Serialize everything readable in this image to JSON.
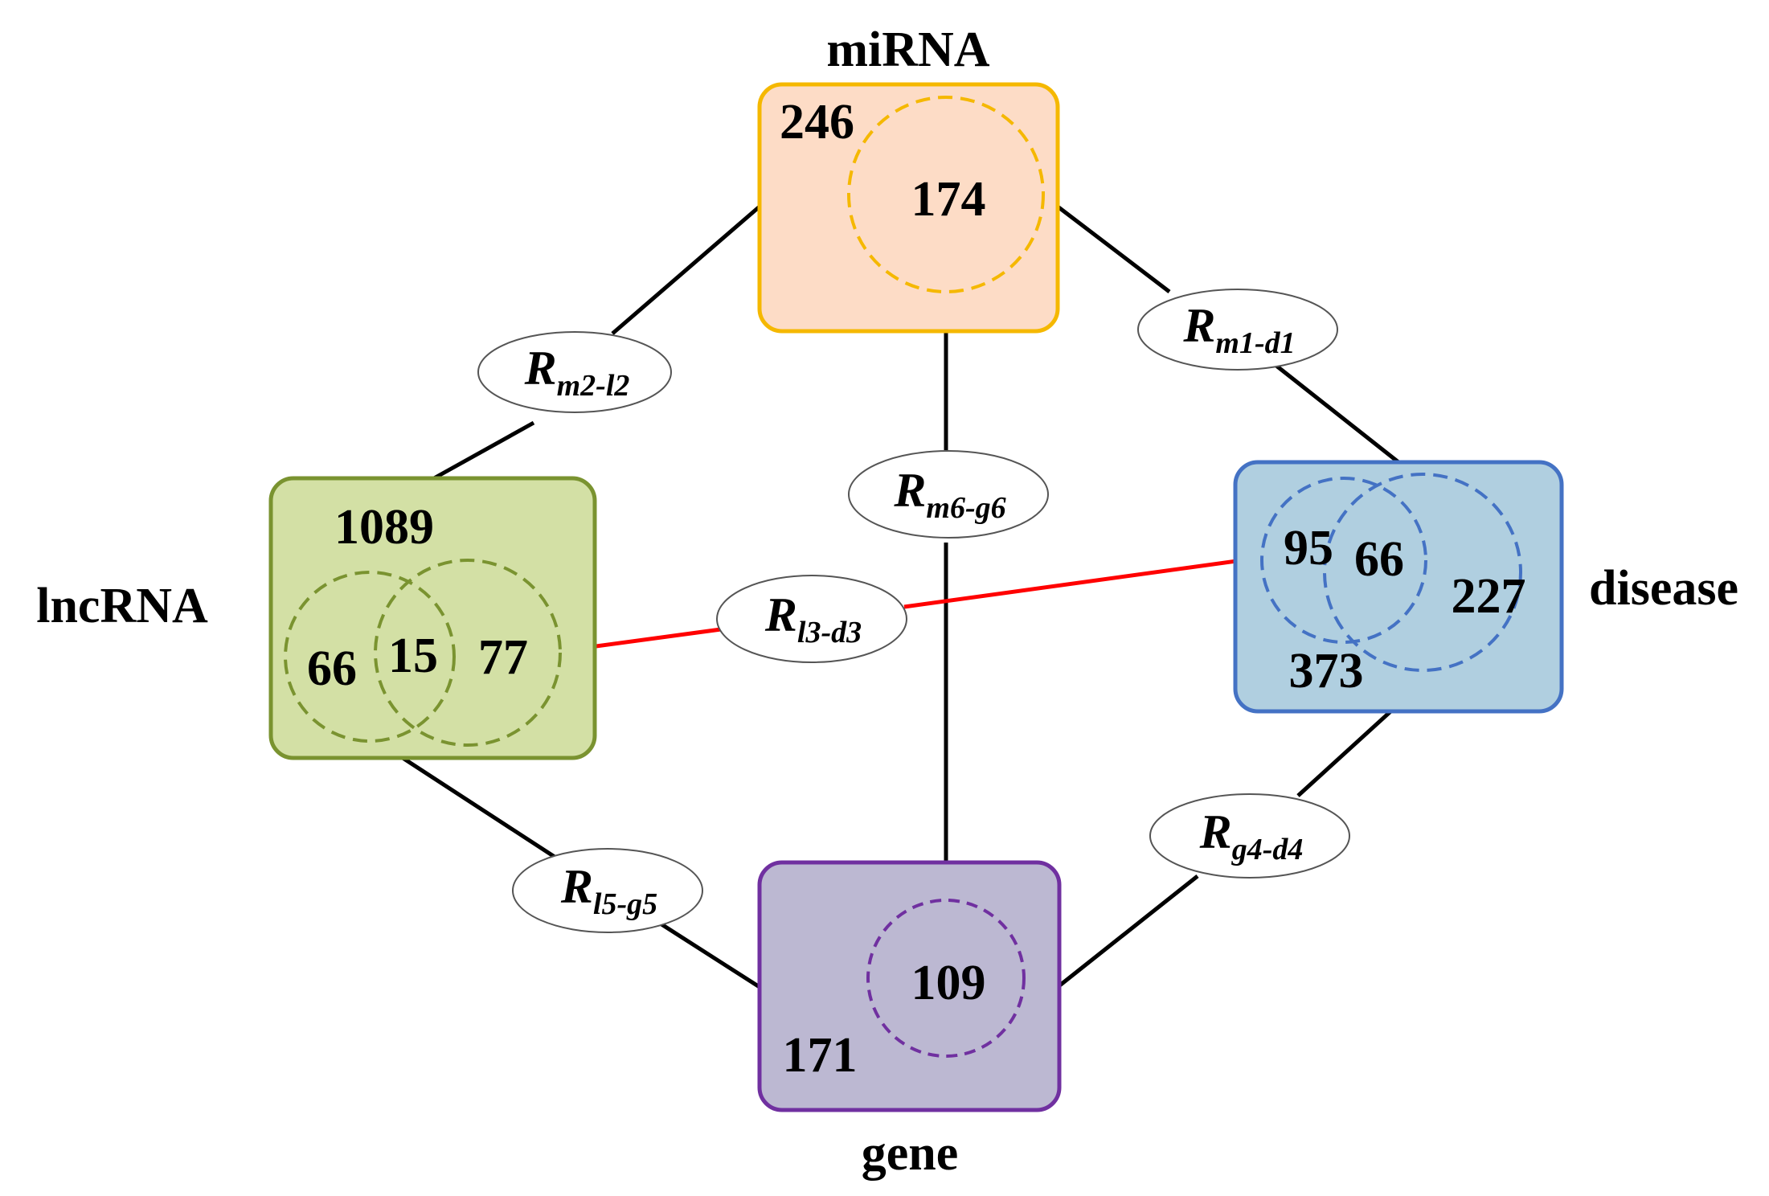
{
  "nodes": {
    "mirna": {
      "label": "miRNA",
      "total": "246",
      "subset": "174",
      "fill": "#fddcc6",
      "stroke": "#f5b800"
    },
    "lncrna": {
      "label": "lncRNA",
      "total": "1089",
      "left": "66",
      "overlap": "15",
      "right": "77",
      "fill": "#d3e0a5",
      "stroke": "#7a9330"
    },
    "disease": {
      "label": "disease",
      "total": "373",
      "left": "95",
      "overlap": "66",
      "right": "227",
      "fill": "#b0cfe0",
      "stroke": "#4472c4"
    },
    "gene": {
      "label": "gene",
      "total": "171",
      "subset": "109",
      "fill": "#bcb8d2",
      "stroke": "#7030a0"
    }
  },
  "relations": {
    "m2_l2": {
      "base": "R",
      "sub": "m2-l2"
    },
    "m1_d1": {
      "base": "R",
      "sub": "m1-d1"
    },
    "m6_g6": {
      "base": "R",
      "sub": "m6-g6"
    },
    "l3_d3": {
      "base": "R",
      "sub": "l3-d3"
    },
    "l5_g5": {
      "base": "R",
      "sub": "l5-g5"
    },
    "g4_d4": {
      "base": "R",
      "sub": "g4-d4"
    }
  },
  "colors": {
    "edge": "#000000",
    "highlight_edge": "#ff0000"
  }
}
